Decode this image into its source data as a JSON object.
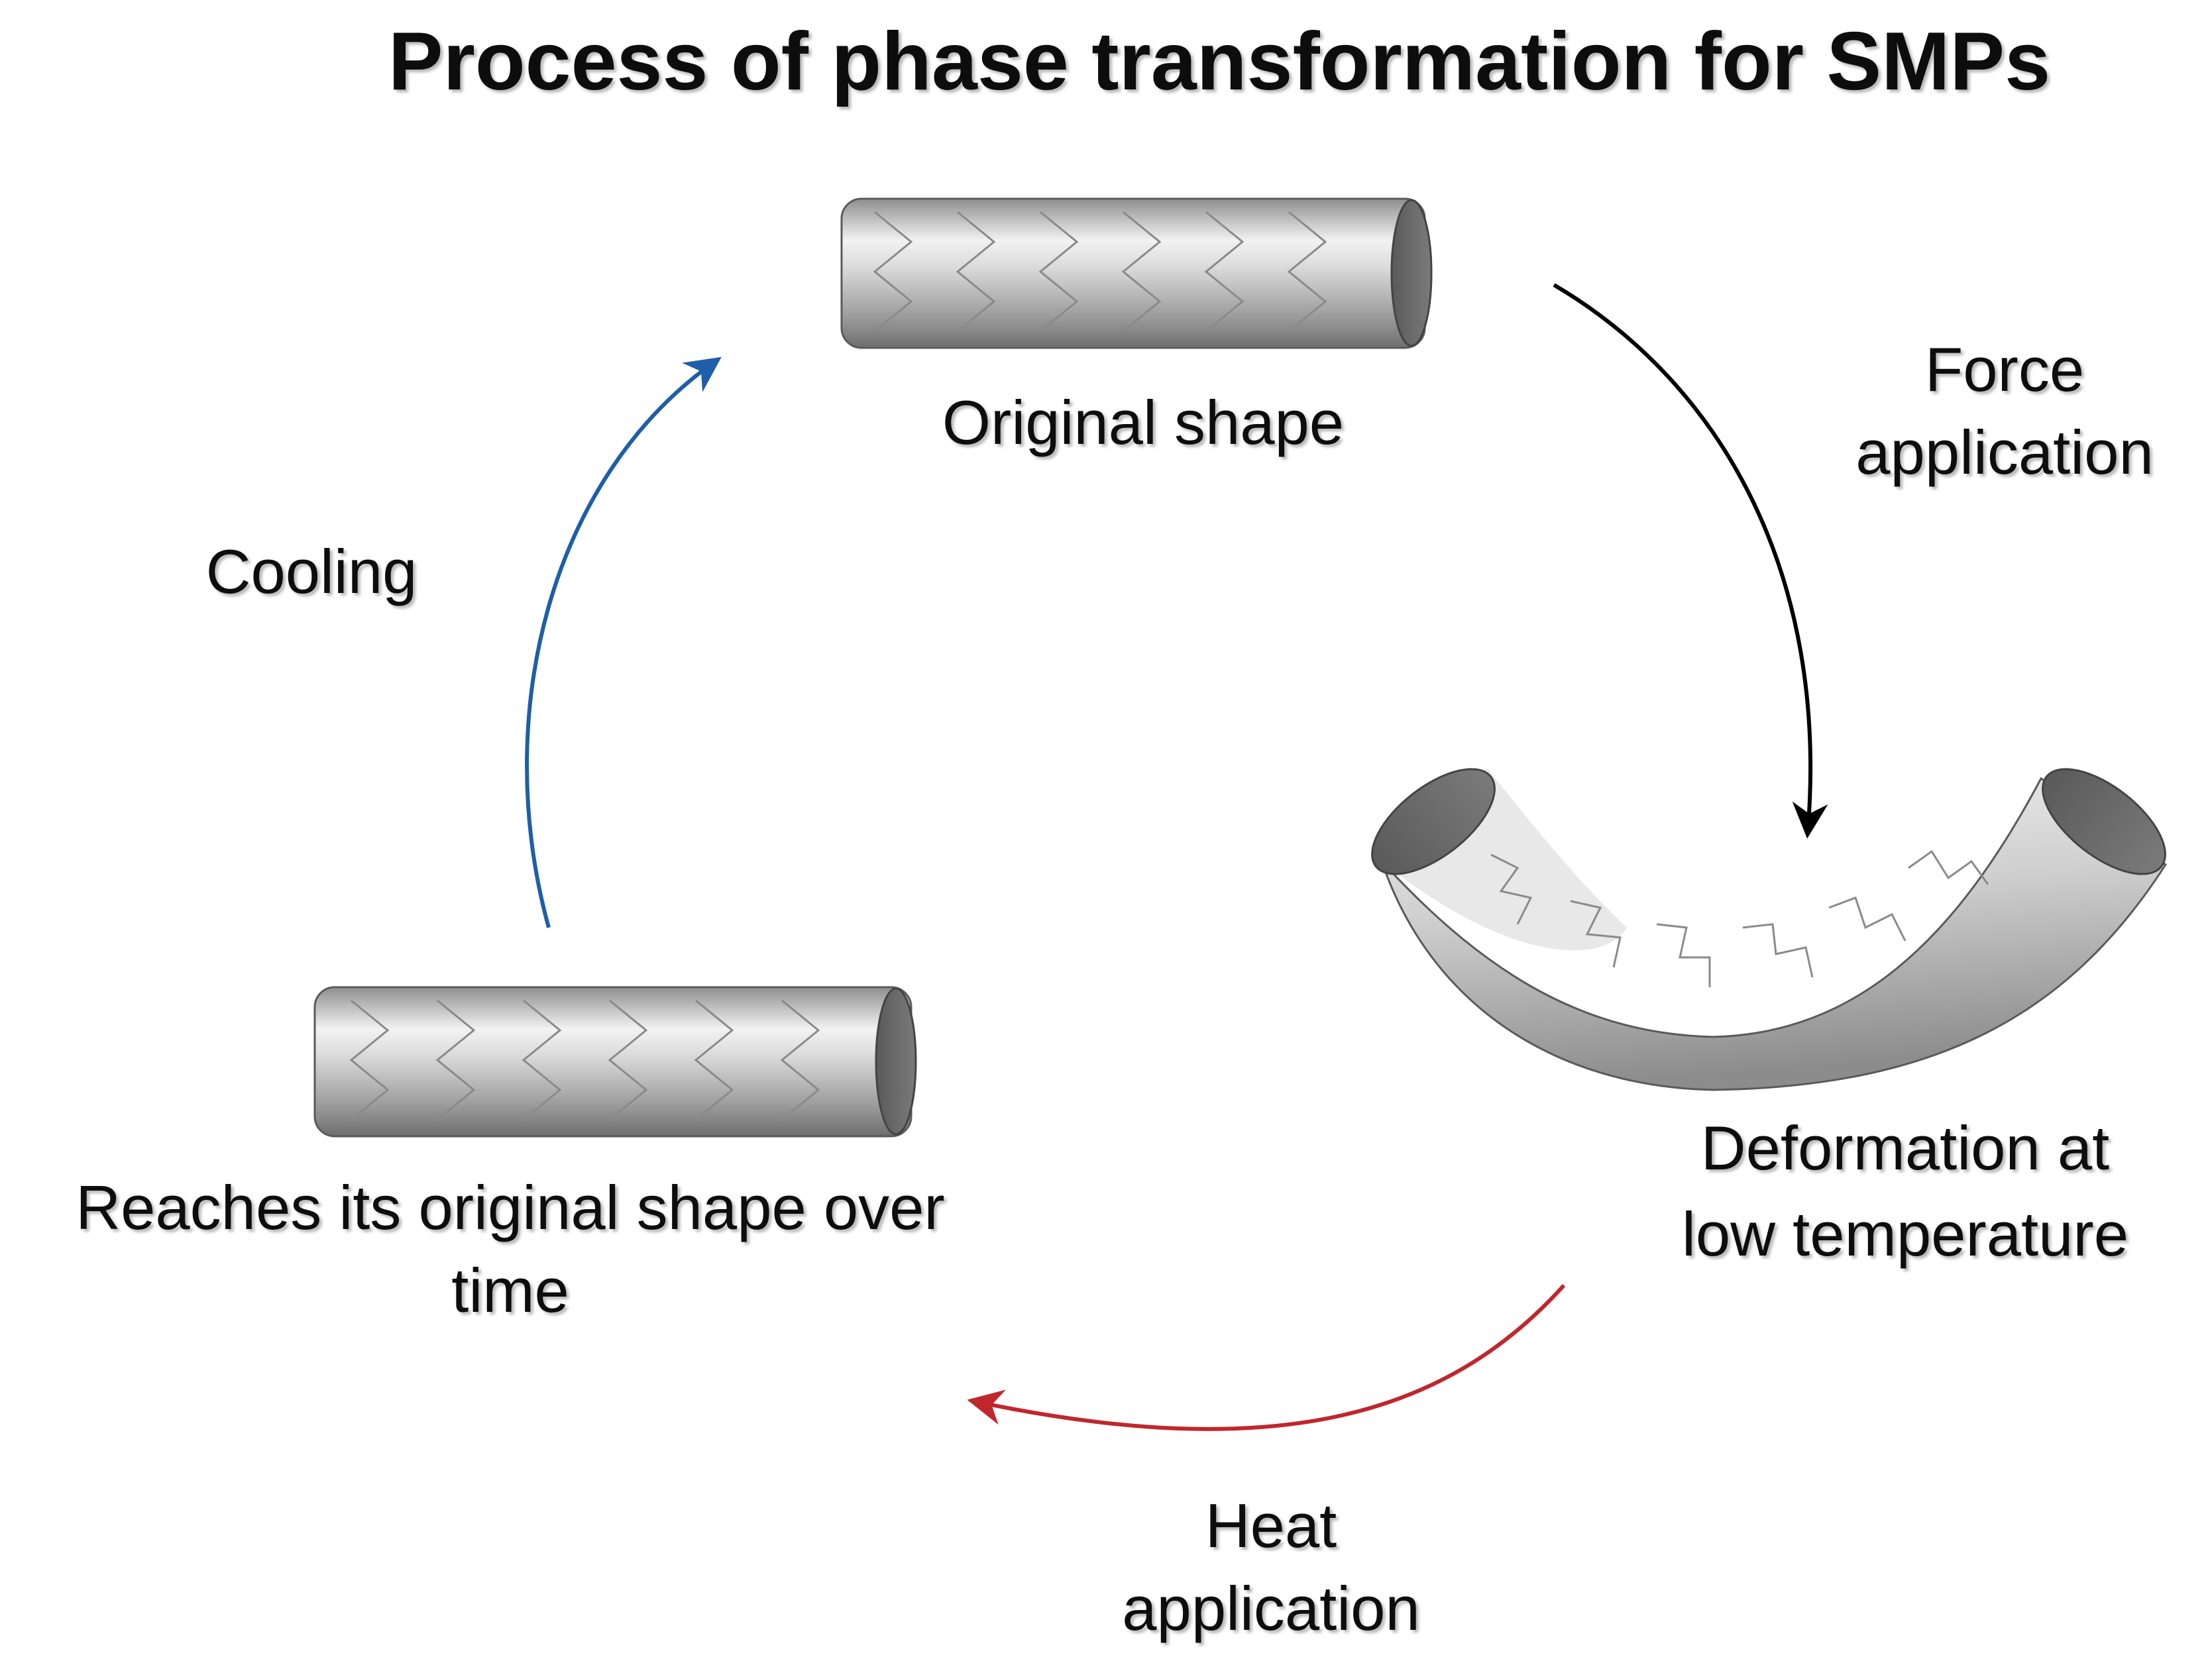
{
  "title": "Process of phase transformation for SMPs",
  "stages": {
    "original": {
      "label": "Original shape"
    },
    "deformed": {
      "label_line1": "Deformation at",
      "label_line2": "low temperature"
    },
    "recovered": {
      "label_line1": "Reaches its original shape over",
      "label_line2": "time"
    }
  },
  "transitions": {
    "force": {
      "label_line1": "Force",
      "label_line2": "application",
      "color": "#000000"
    },
    "heat": {
      "label_line1": "Heat",
      "label_line2": "application",
      "color": "#c0272d"
    },
    "cooling": {
      "label": "Cooling",
      "color": "#1f5ea8"
    }
  }
}
